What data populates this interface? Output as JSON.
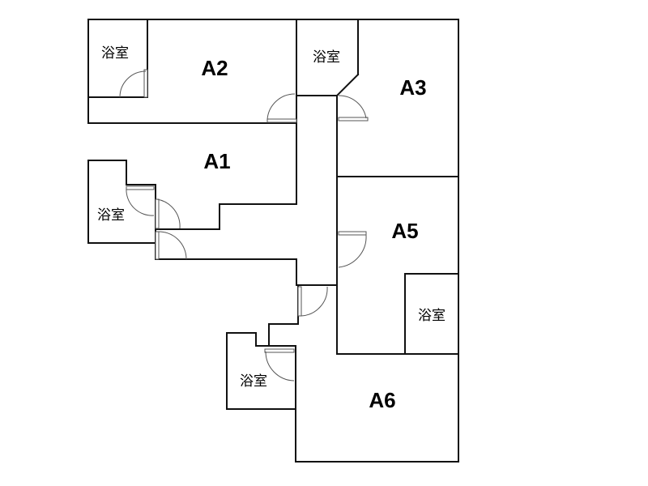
{
  "rooms": {
    "a1": "A1",
    "a2": "A2",
    "a3": "A3",
    "a5": "A5",
    "a6": "A6"
  },
  "bathrooms": {
    "a2_bath": "浴室",
    "a3_bath": "浴室",
    "a1_bath": "浴室",
    "a5_bath": "浴室",
    "a6_bath": "浴室"
  },
  "colors": {
    "wall": "#111111",
    "door": "#555555",
    "background": "#ffffff"
  }
}
